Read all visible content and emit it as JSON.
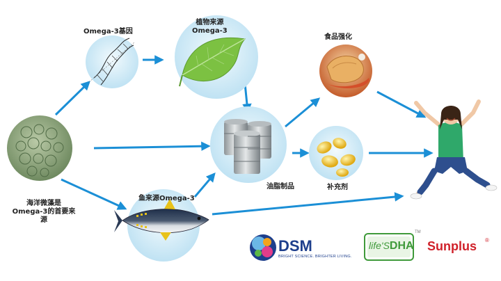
{
  "nodes": {
    "gene": {
      "label": "Omega-3基因"
    },
    "plant": {
      "label_line1": "植物来源",
      "label_line2": "Omega-3"
    },
    "algae": {
      "label_line1": "海洋微藻是",
      "label_line2": "Omega-3的首要来",
      "label_line3": "源"
    },
    "fish": {
      "label": "鱼来源Omega-3"
    },
    "oil": {
      "label": "油脂制品"
    },
    "food": {
      "label": "食品强化"
    },
    "supplement": {
      "label": "补充剂"
    }
  },
  "logos": {
    "dsm": {
      "name": "DSM",
      "tagline": "BRIGHT SCIENCE. BRIGHTER LIVING.",
      "color": "#1e3f8c"
    },
    "lifes_dha": {
      "name_prefix": "life'S",
      "name_suffix": "DHA",
      "tm": "TM",
      "color": "#3f9a3a"
    },
    "sunplus": {
      "name": "Sunplus",
      "reg": "®",
      "color": "#d0212a"
    }
  },
  "colors": {
    "arrow": "#1b8fd6"
  }
}
